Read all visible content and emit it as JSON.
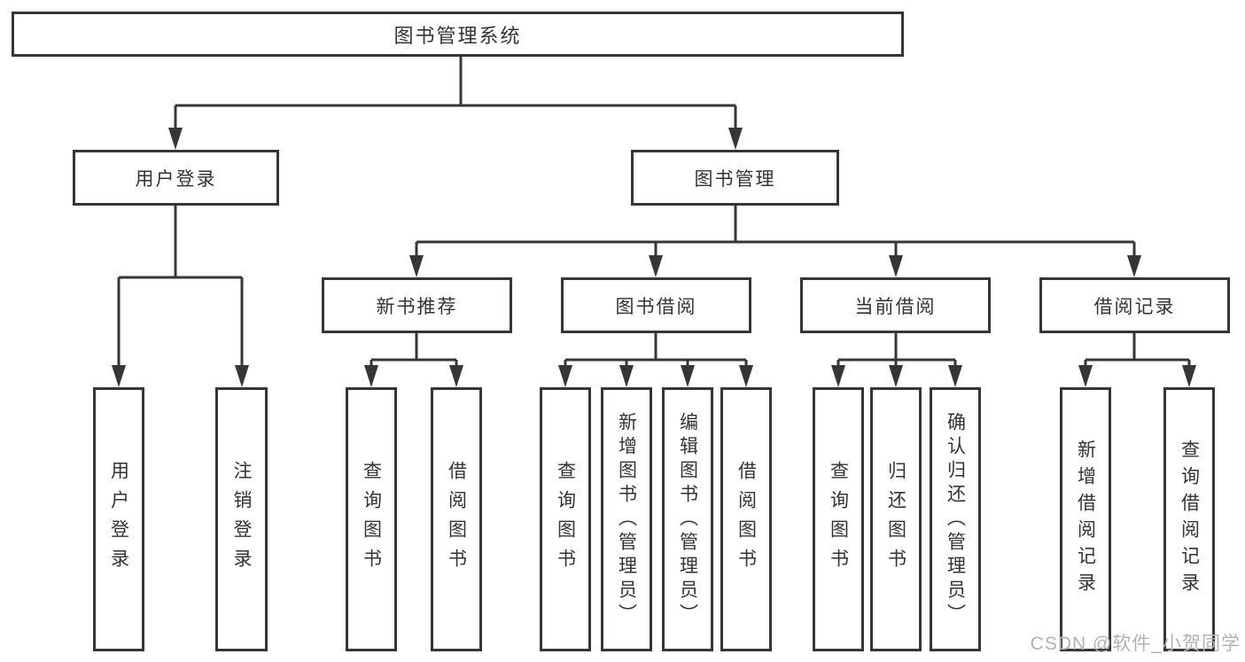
{
  "title": "图书管理系统",
  "colors": {
    "background": "#ffffff",
    "line": "#363636",
    "box_border": "#363636",
    "text": "#333333",
    "watermark": "#b2b2b2"
  },
  "tree": {
    "root": {
      "label": "图书管理系统"
    },
    "children": [
      {
        "label": "用户登录",
        "children": [
          {
            "label": "用户登录"
          },
          {
            "label": "注销登录"
          }
        ]
      },
      {
        "label": "图书管理",
        "children": [
          {
            "label": "新书推荐",
            "children": [
              {
                "label": "查询图书"
              },
              {
                "label": "借阅图书"
              }
            ]
          },
          {
            "label": "图书借阅",
            "children": [
              {
                "label": "查询图书"
              },
              {
                "label": "新增图书（管理员）"
              },
              {
                "label": "编辑图书（管理员）"
              },
              {
                "label": "借阅图书"
              }
            ]
          },
          {
            "label": "当前借阅",
            "children": [
              {
                "label": "查询图书"
              },
              {
                "label": "归还图书"
              },
              {
                "label": "确认归还（管理员）"
              }
            ]
          },
          {
            "label": "借阅记录",
            "children": [
              {
                "label": "新增借阅记录"
              },
              {
                "label": "查询借阅记录"
              }
            ]
          }
        ]
      }
    ]
  },
  "watermark": {
    "text": "CSDN @软件_小贺同学"
  }
}
